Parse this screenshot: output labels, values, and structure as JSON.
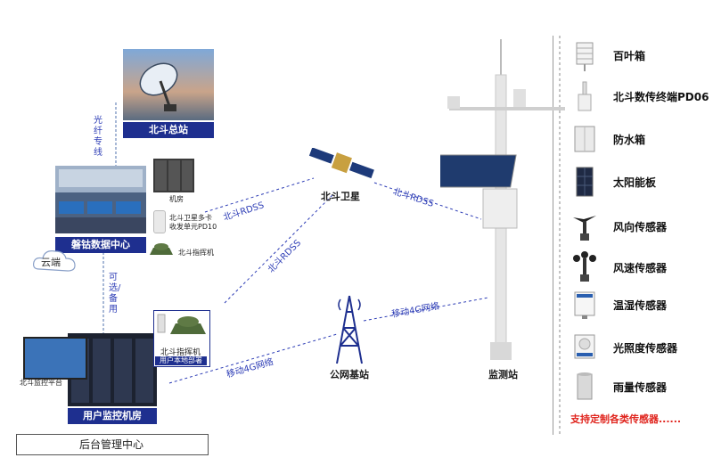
{
  "nodes": {
    "hq_station": "北斗总站",
    "fiber_link": "光纤专线",
    "data_center": "磐钴数据中心",
    "server_room": "机房",
    "beidou_card_receiver": "北斗卫星多卡\n收发单元PD10",
    "beidou_commander_dc": "北斗指挥机",
    "cloud": "云端",
    "optional_backup": "可选/备用",
    "beidou_monitor_platform": "北斗监控平台",
    "beidou_commander_user": "北斗指挥机",
    "user_local_deploy": "用户本地部署",
    "user_monitor_room": "用户监控机房",
    "backend_center": "后台管理中心",
    "satellite": "北斗卫星",
    "public_station": "公网基站",
    "monitor_station": "监测站"
  },
  "links": {
    "rdss_dc": "北斗RDSS",
    "rdss_user": "北斗RDSS",
    "rdss_station": "北斗RDSS",
    "net4g_user": "移动4G网络",
    "net4g_station": "移动4G网络"
  },
  "sensors": [
    {
      "label": "百叶箱",
      "icon": "louver-box-icon"
    },
    {
      "label": "北斗数传终端PD06",
      "icon": "beidou-terminal-icon"
    },
    {
      "label": "防水箱",
      "icon": "waterproof-box-icon"
    },
    {
      "label": "太阳能板",
      "icon": "solar-panel-icon"
    },
    {
      "label": "风向传感器",
      "icon": "wind-vane-icon"
    },
    {
      "label": "风速传感器",
      "icon": "anemometer-icon"
    },
    {
      "label": "温湿传感器",
      "icon": "temp-humidity-sensor-icon"
    },
    {
      "label": "光照度传感器",
      "icon": "light-sensor-icon"
    },
    {
      "label": "雨量传感器",
      "icon": "rain-gauge-icon"
    }
  ],
  "custom_note": "支持定制各类传感器......",
  "colors": {
    "navy": "#1e2f8f",
    "link_blue": "#2b3bb5",
    "red": "#e0261f"
  }
}
